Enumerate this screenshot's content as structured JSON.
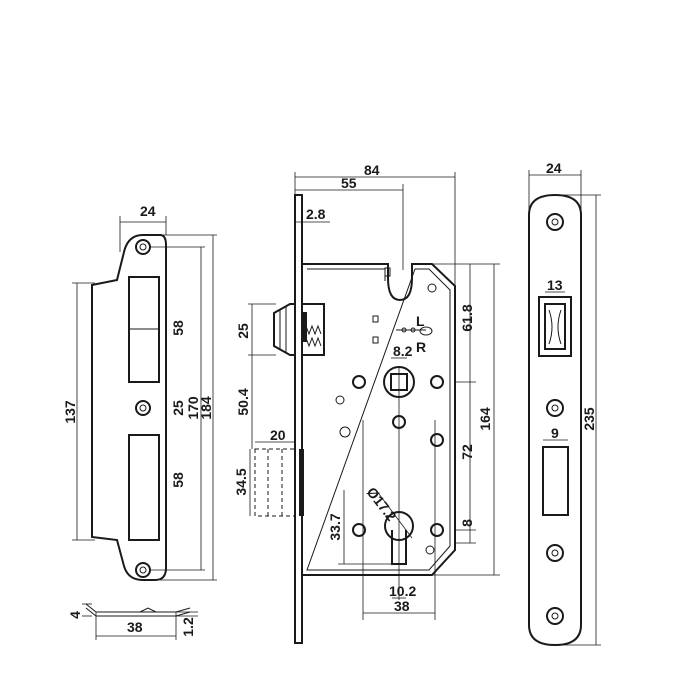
{
  "strike_plate": {
    "width": "24",
    "height_slot": "58",
    "height_slot_2": "58",
    "mid_gap": "25",
    "hole_span": "170",
    "total_height": "184",
    "outer_height": "137",
    "thickness": "4",
    "bottom_length": "38",
    "bottom_thickness": "1.2"
  },
  "lock_body": {
    "total_width": "84",
    "backset": "55",
    "faceplate_thickness": "2.8",
    "latch_height": "25",
    "latch_to_spindle": "50.4",
    "deadbolt_width": "20",
    "deadbolt_height": "34.5",
    "cylinder_offset": "33.7",
    "cylinder_diameter": "Ø17.2",
    "spindle_square": "8.2",
    "top_offset": "61.8",
    "body_height": "164",
    "center_distance": "72",
    "bottom_offset": "8",
    "cylinder_width": "10.2",
    "cylinder_span": "38",
    "hand_left": "L",
    "hand_right": "R"
  },
  "faceplate": {
    "width": "24",
    "latch_width": "13",
    "bolt_width": "9",
    "total_height": "235"
  }
}
